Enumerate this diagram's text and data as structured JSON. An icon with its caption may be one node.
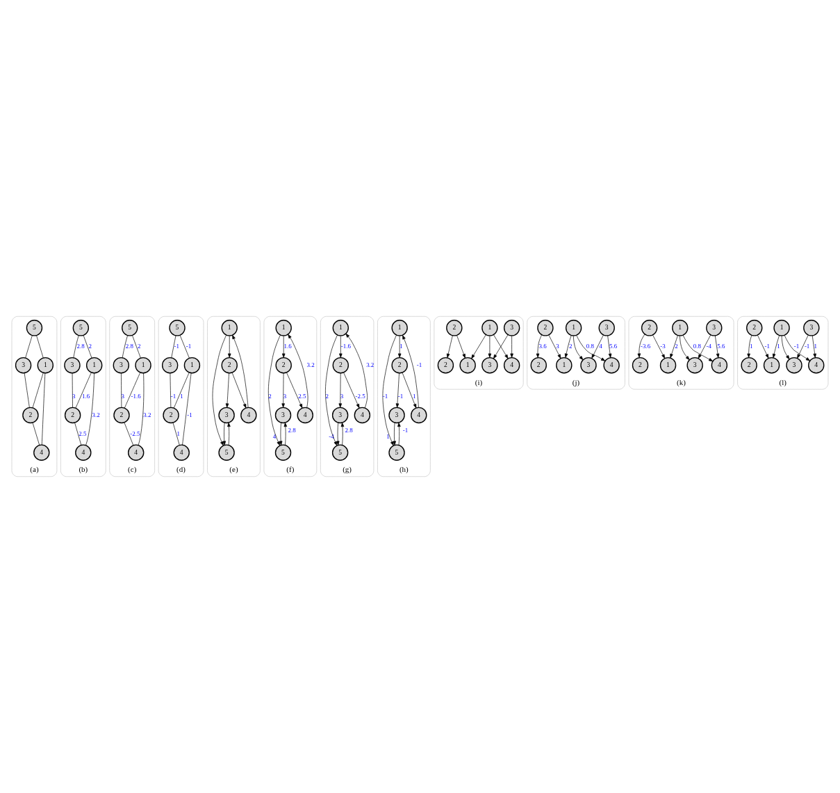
{
  "diagram": {
    "nodes": [
      {
        "text": [
          "(a)"
        ]
      },
      {
        "text": [
          "3"
        ],
        "in": 0
      },
      {
        "text": [
          "5"
        ],
        "in": 0
      },
      {
        "text": [
          "2"
        ],
        "in": 0
      },
      {
        "text": [
          "1"
        ],
        "in": 0
      },
      {
        "text": [
          "4"
        ],
        "in": 0
      },
      {
        "text": [
          "(b)"
        ]
      },
      {
        "text": [
          "3"
        ],
        "in": 6
      },
      {
        "text": [
          "5"
        ],
        "in": 6
      },
      {
        "text": [
          "2"
        ],
        "in": 6
      },
      {
        "text": [
          "1"
        ],
        "in": 6
      },
      {
        "text": [
          "4"
        ],
        "in": 6
      },
      {
        "text": [
          "(c)"
        ]
      },
      {
        "text": [
          "3"
        ],
        "in": 12
      },
      {
        "text": [
          "5"
        ],
        "in": 12
      },
      {
        "text": [
          "2"
        ],
        "in": 12
      },
      {
        "text": [
          "1"
        ],
        "in": 12
      },
      {
        "text": [
          "4"
        ],
        "in": 12
      },
      {
        "text": [
          "(d)"
        ]
      },
      {
        "text": [
          "3"
        ],
        "in": 18
      },
      {
        "text": [
          "5"
        ],
        "in": 18
      },
      {
        "text": [
          "2"
        ],
        "in": 18
      },
      {
        "text": [
          "1"
        ],
        "in": 18
      },
      {
        "text": [
          "4"
        ],
        "in": 18
      },
      {
        "text": [
          "(e)"
        ]
      },
      {
        "text": [
          "3"
        ],
        "in": 24
      },
      {
        "text": [
          "5"
        ],
        "in": 24
      },
      {
        "text": [
          "2"
        ],
        "in": 24
      },
      {
        "text": [
          "1"
        ],
        "in": 24
      },
      {
        "text": [
          "4"
        ],
        "in": 24
      },
      {
        "text": [
          "(f)"
        ]
      },
      {
        "text": [
          "3"
        ],
        "in": 30
      },
      {
        "text": [
          "5"
        ],
        "in": 30
      },
      {
        "text": [
          "2"
        ],
        "in": 30
      },
      {
        "text": [
          "1"
        ],
        "in": 30
      },
      {
        "text": [
          "4"
        ],
        "in": 30
      },
      {
        "text": [
          "(g)"
        ]
      },
      {
        "text": [
          "3"
        ],
        "in": 36
      },
      {
        "text": [
          "5"
        ],
        "in": 36
      },
      {
        "text": [
          "2"
        ],
        "in": 36
      },
      {
        "text": [
          "1"
        ],
        "in": 36
      },
      {
        "text": [
          "4"
        ],
        "in": 36
      },
      {
        "text": [
          "(h)"
        ]
      },
      {
        "text": [
          "3"
        ],
        "in": 42
      },
      {
        "text": [
          "5"
        ],
        "in": 42
      },
      {
        "text": [
          "2"
        ],
        "in": 42
      },
      {
        "text": [
          "1"
        ],
        "in": 42
      },
      {
        "text": [
          "4"
        ],
        "in": 42
      },
      {
        "text": [
          "(i)"
        ]
      },
      {
        "text": [
          "4"
        ],
        "in": 48
      },
      {
        "text": [
          "3"
        ],
        "in": 48
      },
      {
        "text": [
          "3"
        ],
        "in": 48
      },
      {
        "text": [
          "2"
        ],
        "in": 48
      },
      {
        "text": [
          "2"
        ],
        "in": 48
      },
      {
        "text": [
          "1"
        ],
        "in": 48
      },
      {
        "text": [
          "1"
        ],
        "in": 48
      },
      {
        "text": [
          "(j)"
        ]
      },
      {
        "text": [
          "4"
        ],
        "in": 56
      },
      {
        "text": [
          "3"
        ],
        "in": 56
      },
      {
        "text": [
          "3"
        ],
        "in": 56
      },
      {
        "text": [
          "2"
        ],
        "in": 56
      },
      {
        "text": [
          "2"
        ],
        "in": 56
      },
      {
        "text": [
          "1"
        ],
        "in": 56
      },
      {
        "text": [
          "1"
        ],
        "in": 56
      },
      {
        "text": [
          "(k)"
        ]
      },
      {
        "text": [
          "4"
        ],
        "in": 64
      },
      {
        "text": [
          "3"
        ],
        "in": 64
      },
      {
        "text": [
          "3"
        ],
        "in": 64
      },
      {
        "text": [
          "2"
        ],
        "in": 64
      },
      {
        "text": [
          "2"
        ],
        "in": 64
      },
      {
        "text": [
          "1"
        ],
        "in": 64
      },
      {
        "text": [
          "1"
        ],
        "in": 64
      },
      {
        "text": [
          "(l)"
        ]
      },
      {
        "text": [
          "4"
        ],
        "in": 72
      },
      {
        "text": [
          "3"
        ],
        "in": 72
      },
      {
        "text": [
          "3"
        ],
        "in": 72
      },
      {
        "text": [
          "2"
        ],
        "in": 72
      },
      {
        "text": [
          "2"
        ],
        "in": 72
      },
      {
        "text": [
          "1"
        ],
        "in": 72
      },
      {
        "text": [
          "1"
        ],
        "in": 72
      }
    ],
    "edges": [
      {
        "from": 2,
        "to": 1,
        "arrow": "none"
      },
      {
        "from": 1,
        "to": 3,
        "arrow": "none"
      },
      {
        "from": 2,
        "to": 4,
        "arrow": "none"
      },
      {
        "from": 4,
        "to": 3,
        "arrow": "none"
      },
      {
        "from": 3,
        "to": 5,
        "arrow": "none"
      },
      {
        "from": 4,
        "to": 5,
        "arrow": "none"
      },
      {
        "from": 8,
        "to": 7,
        "arrow": "none",
        "label": "2.8"
      },
      {
        "from": 7,
        "to": 9,
        "arrow": "none",
        "label": "3"
      },
      {
        "from": 8,
        "to": 10,
        "arrow": "none",
        "label": "2"
      },
      {
        "from": 10,
        "to": 9,
        "arrow": "none",
        "label": "1.6"
      },
      {
        "from": 9,
        "to": 11,
        "arrow": "none",
        "label": "2.5"
      },
      {
        "from": 10,
        "to": 11,
        "arrow": "none",
        "label": "3.2"
      },
      {
        "from": 14,
        "to": 13,
        "arrow": "none",
        "label": "2.8"
      },
      {
        "from": 13,
        "to": 15,
        "arrow": "none",
        "label": "3"
      },
      {
        "from": 14,
        "to": 16,
        "arrow": "none",
        "label": "2"
      },
      {
        "from": 16,
        "to": 15,
        "arrow": "none",
        "label": "-1.6"
      },
      {
        "from": 15,
        "to": 17,
        "arrow": "none",
        "label": "-2.5"
      },
      {
        "from": 16,
        "to": 17,
        "arrow": "none",
        "label": "3.2"
      },
      {
        "from": 20,
        "to": 19,
        "arrow": "none",
        "label": "-1"
      },
      {
        "from": 19,
        "to": 21,
        "arrow": "none",
        "label": "-1"
      },
      {
        "from": 20,
        "to": 22,
        "arrow": "none",
        "label": "-1"
      },
      {
        "from": 22,
        "to": 21,
        "arrow": "none",
        "label": "1"
      },
      {
        "from": 21,
        "to": 23,
        "arrow": "none",
        "label": "1"
      },
      {
        "from": 22,
        "to": 23,
        "arrow": "none",
        "label": "-1"
      },
      {
        "from": 26,
        "to": 25,
        "arrow": "to"
      },
      {
        "from": 25,
        "to": 26,
        "arrow": "to"
      },
      {
        "from": 27,
        "to": 25,
        "arrow": "to"
      },
      {
        "from": 28,
        "to": 26,
        "arrow": "to"
      },
      {
        "from": 28,
        "to": 27,
        "arrow": "to"
      },
      {
        "from": 27,
        "to": 29,
        "arrow": "to"
      },
      {
        "from": 29,
        "to": 28,
        "arrow": "to"
      },
      {
        "from": 32,
        "to": 31,
        "arrow": "to",
        "label": "2.8"
      },
      {
        "from": 31,
        "to": 32,
        "arrow": "to",
        "label": "4"
      },
      {
        "from": 33,
        "to": 31,
        "arrow": "to",
        "label": "3"
      },
      {
        "from": 34,
        "to": 32,
        "arrow": "to",
        "label": "2"
      },
      {
        "from": 34,
        "to": 33,
        "arrow": "to",
        "label": "1.6"
      },
      {
        "from": 33,
        "to": 35,
        "arrow": "to",
        "label": "2.5"
      },
      {
        "from": 35,
        "to": 34,
        "arrow": "to",
        "label": "3.2"
      },
      {
        "from": 38,
        "to": 37,
        "arrow": "to",
        "label": "2.8"
      },
      {
        "from": 37,
        "to": 38,
        "arrow": "to",
        "label": "-4"
      },
      {
        "from": 39,
        "to": 37,
        "arrow": "to",
        "label": "3"
      },
      {
        "from": 40,
        "to": 38,
        "arrow": "to",
        "label": "2"
      },
      {
        "from": 40,
        "to": 39,
        "arrow": "to",
        "label": "-1.6"
      },
      {
        "from": 39,
        "to": 41,
        "arrow": "to",
        "label": "-2.5"
      },
      {
        "from": 41,
        "to": 40,
        "arrow": "to",
        "label": "3.2"
      },
      {
        "from": 44,
        "to": 43,
        "arrow": "to",
        "label": "-1"
      },
      {
        "from": 43,
        "to": 44,
        "arrow": "to",
        "label": "1"
      },
      {
        "from": 45,
        "to": 43,
        "arrow": "to",
        "label": "-1"
      },
      {
        "from": 46,
        "to": 44,
        "arrow": "to",
        "label": "-1"
      },
      {
        "from": 46,
        "to": 45,
        "arrow": "to",
        "label": "1"
      },
      {
        "from": 45,
        "to": 47,
        "arrow": "to",
        "label": "1"
      },
      {
        "from": 47,
        "to": 46,
        "arrow": "to",
        "label": "-1"
      },
      {
        "from": 50,
        "to": 49,
        "arrow": "to"
      },
      {
        "from": 50,
        "to": 51,
        "arrow": "to"
      },
      {
        "from": 52,
        "to": 53,
        "arrow": "to"
      },
      {
        "from": 52,
        "to": 55,
        "arrow": "to"
      },
      {
        "from": 54,
        "to": 49,
        "arrow": "to"
      },
      {
        "from": 54,
        "to": 51,
        "arrow": "to"
      },
      {
        "from": 54,
        "to": 55,
        "arrow": "to"
      },
      {
        "from": 58,
        "to": 57,
        "arrow": "to",
        "label": "5.6"
      },
      {
        "from": 58,
        "to": 59,
        "arrow": "to",
        "label": "4"
      },
      {
        "from": 60,
        "to": 61,
        "arrow": "to",
        "label": "3.6"
      },
      {
        "from": 60,
        "to": 63,
        "arrow": "to",
        "label": "3"
      },
      {
        "from": 62,
        "to": 57,
        "arrow": "to",
        "label": "0.8"
      },
      {
        "from": 62,
        "to": 59,
        "arrow": "to"
      },
      {
        "from": 62,
        "to": 63,
        "arrow": "to",
        "label": "2"
      },
      {
        "from": 66,
        "to": 65,
        "arrow": "to",
        "label": "5.6"
      },
      {
        "from": 66,
        "to": 67,
        "arrow": "to",
        "label": "-4"
      },
      {
        "from": 68,
        "to": 69,
        "arrow": "to",
        "label": "-3.6"
      },
      {
        "from": 68,
        "to": 71,
        "arrow": "to",
        "label": "-3"
      },
      {
        "from": 70,
        "to": 65,
        "arrow": "to",
        "label": "0.8"
      },
      {
        "from": 70,
        "to": 67,
        "arrow": "to"
      },
      {
        "from": 70,
        "to": 71,
        "arrow": "to",
        "label": "2"
      },
      {
        "from": 74,
        "to": 73,
        "arrow": "to",
        "label": "1"
      },
      {
        "from": 74,
        "to": 75,
        "arrow": "to",
        "label": "-1"
      },
      {
        "from": 76,
        "to": 77,
        "arrow": "to",
        "label": "1"
      },
      {
        "from": 76,
        "to": 79,
        "arrow": "to",
        "label": "-1"
      },
      {
        "from": 78,
        "to": 73,
        "arrow": "to",
        "label": "-1"
      },
      {
        "from": 78,
        "to": 75,
        "arrow": "to"
      },
      {
        "from": 78,
        "to": 79,
        "arrow": "to",
        "label": "1"
      }
    ]
  }
}
